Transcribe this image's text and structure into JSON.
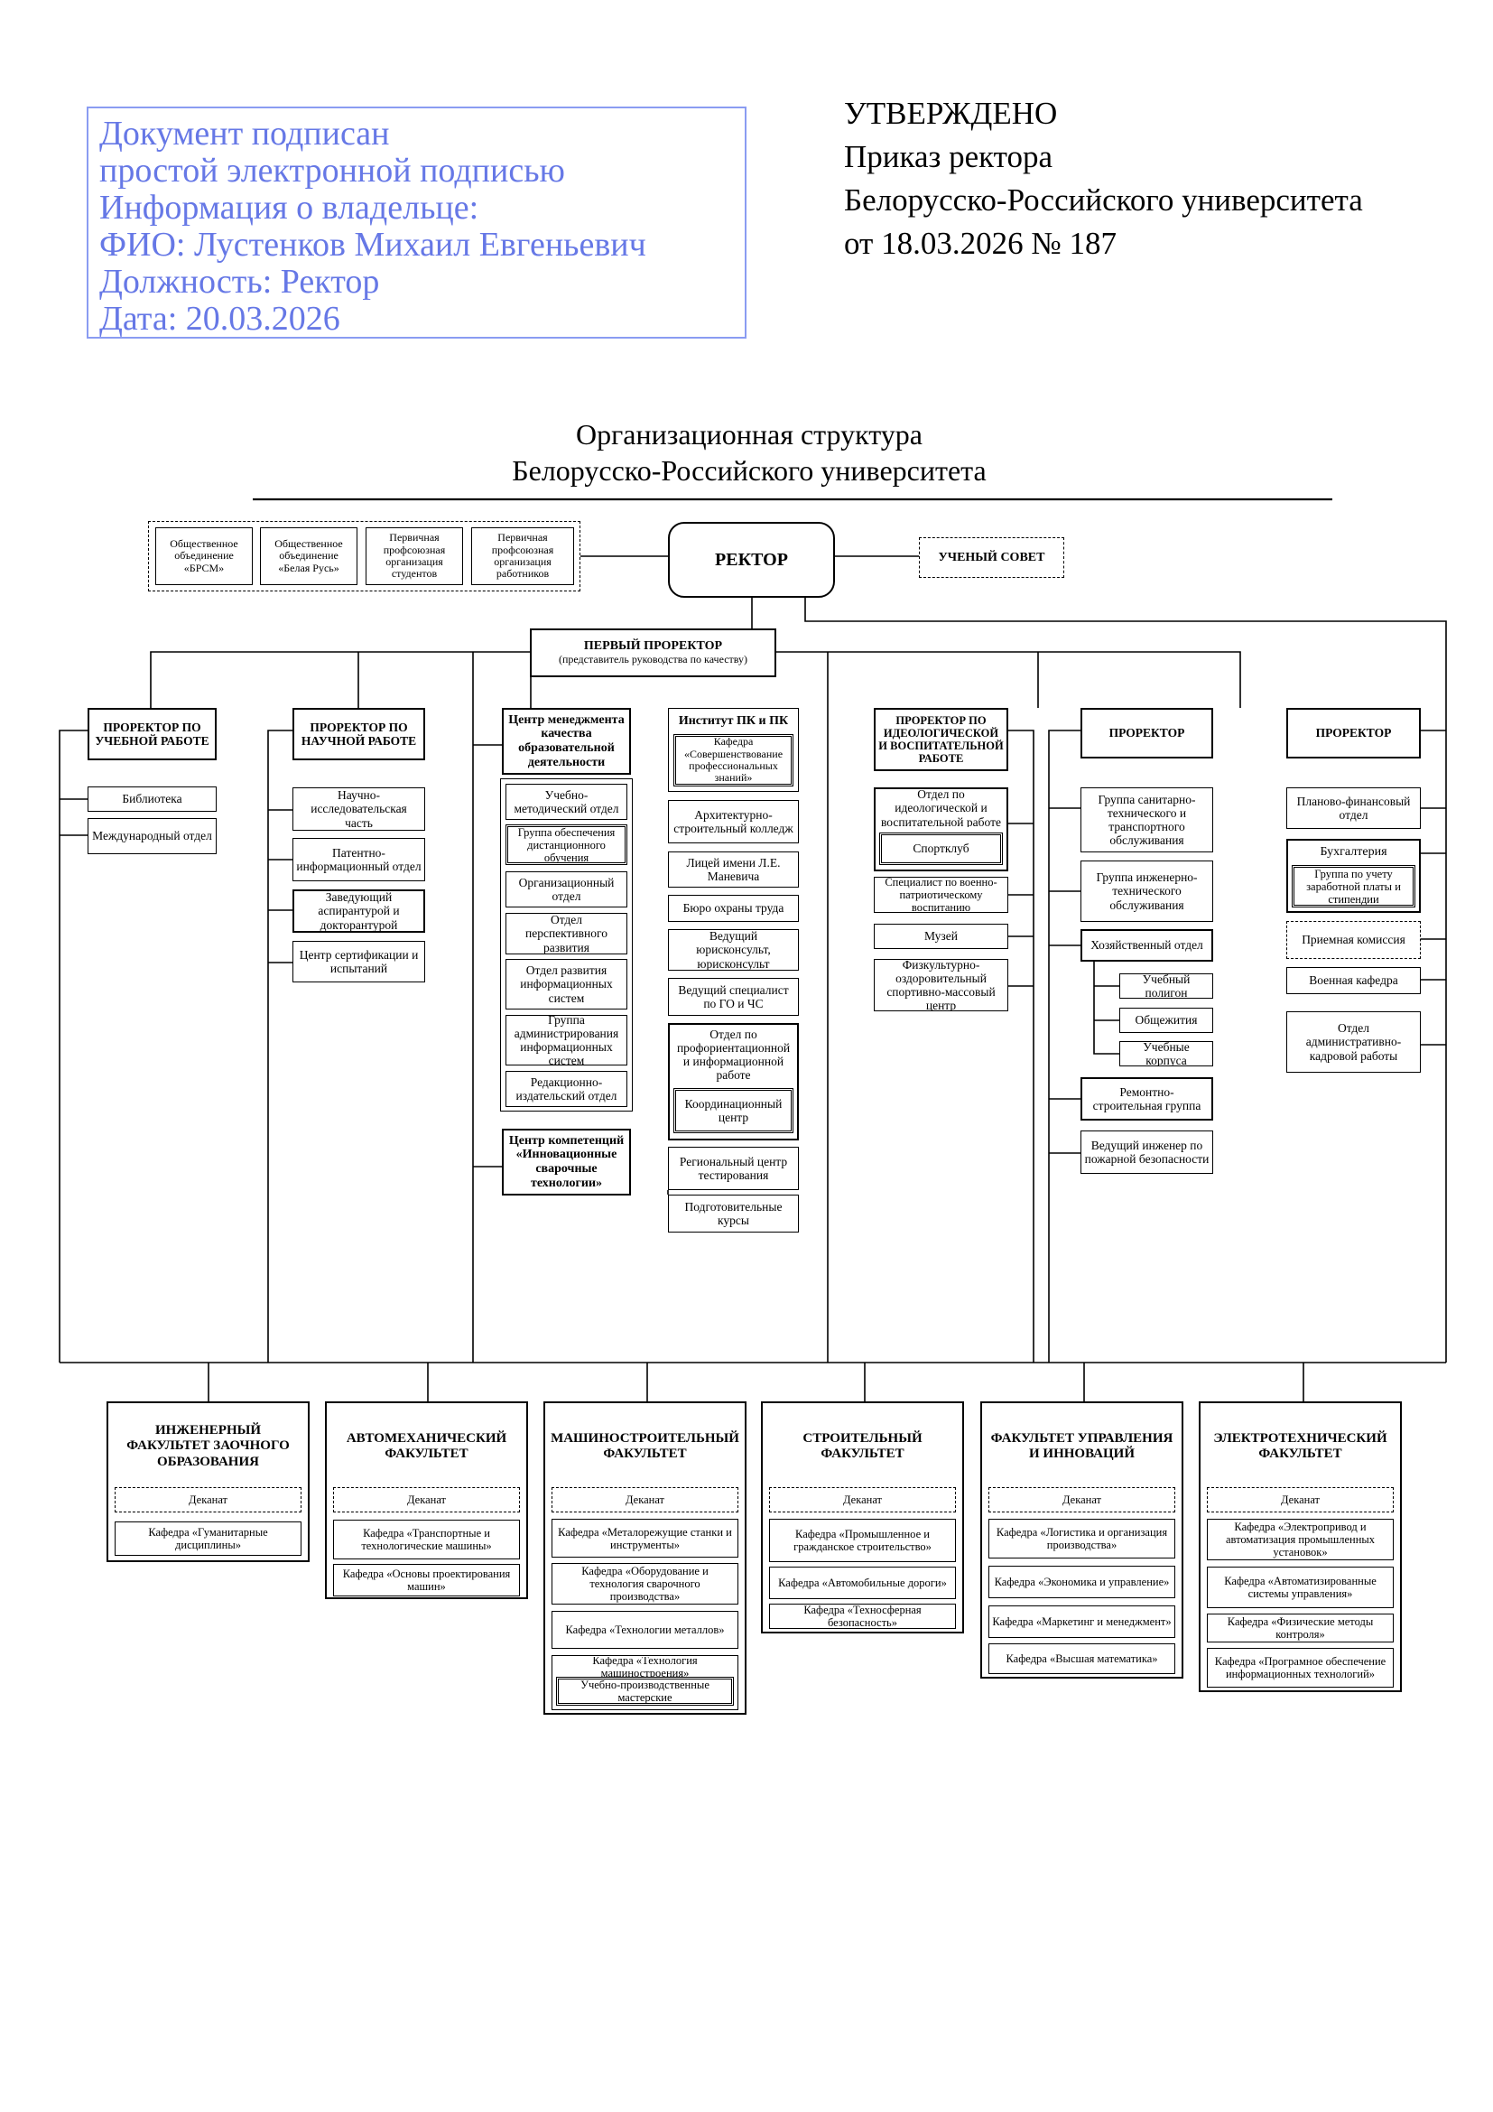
{
  "stamp": {
    "lines": [
      "Документ подписан",
      "простой электронной подписью",
      "Информация о владельце:",
      "ФИО: Лустенков Михаил Евгеньевич",
      "Должность: Ректор",
      "Дата: 20.03.2026"
    ]
  },
  "approval": {
    "lines": [
      "УТВЕРЖДЕНО",
      "Приказ ректора",
      "Белорусско-Российского университета",
      "от 18.03.2026 № 187"
    ]
  },
  "chart_title": {
    "line1": "Организационная структура",
    "line2": "Белорусско-Российского университета"
  },
  "public_orgs": [
    "Общественное объединение «БРСМ»",
    "Общественное объединение «Белая Русь»",
    "Первичная профсоюзная организация студентов",
    "Первичная профсоюзная организация работников"
  ],
  "rector": "РЕКТОР",
  "academic_council": "УЧЕНЫЙ СОВЕТ",
  "first_prorector": {
    "title": "ПЕРВЫЙ ПРОРЕКТОР",
    "note": "(представитель руководства по качеству)"
  },
  "prorectors": [
    "ПРОРЕКТОР ПО УЧЕБНОЙ РАБОТЕ",
    "ПРОРЕКТОР ПО НАУЧНОЙ РАБОТЕ",
    "ПРОРЕКТОР ПО ИДЕОЛОГИЧЕСКОЙ И ВОСПИТАТЕЛЬНОЙ РАБОТЕ",
    "ПРОРЕКТОР",
    "ПРОРЕКТОР"
  ],
  "education": [
    "Библиотека",
    "Международный отдел"
  ],
  "science": [
    "Научно-исследовательская часть",
    "Патентно-информационный отдел",
    "Заведующий аспирантурой и докторантурой",
    "Центр сертификации и испытаний"
  ],
  "quality_center": {
    "title": "Центр менеджмента качества образовательной деятельности",
    "units": [
      "Учебно-методический отдел",
      "Группа обеспечения дистанционного обучения",
      "Организационный отдел",
      "Отдел перспективного развития",
      "Отдел развития информационных систем",
      "Группа администрирования информационных систем",
      "Редакционно-издательский отдел"
    ],
    "competence_center": "Центр компетенций «Инновационные сварочные технологии»"
  },
  "institute": {
    "title": "Институт ПК и ПК",
    "chair": "Кафедра «Совершенствование профессиональных знаний»",
    "units": [
      "Архитектурно-строительный колледж",
      "Лицей имени Л.Е. Маневича",
      "Бюро охраны труда",
      "Ведущий юрисконсульт, юрисконсульт",
      "Ведущий специалист по ГО и ЧС"
    ],
    "career_dept": "Отдел по профориентационной и информационной работе",
    "coordination": "Координационный центр",
    "testing": "Региональный центр тестирования",
    "courses": "Подготовительные курсы"
  },
  "ideology": {
    "dept": "Отдел по идеологической и воспитательной работе",
    "sport_club": "Спортклуб",
    "units": [
      "Специалист по военно-патриотическому воспитанию",
      "Музей",
      "Физкультурно-оздоровительный спортивно-массовый центр"
    ]
  },
  "prorector4": {
    "groups": [
      "Группа санитарно-технического и транспортного обслуживания",
      "Группа инженерно-технического обслуживания"
    ],
    "economy": "Хозяйственный отдел",
    "economy_units": [
      "Учебный полигон",
      "Общежития",
      "Учебные корпуса"
    ],
    "others": [
      "Ремонтно-строительная группа",
      "Ведущий инженер по пожарной безопасности"
    ]
  },
  "prorector5": {
    "finance": "Планово-финансовый отдел",
    "accounting": "Бухгалтерия",
    "payroll": "Группа по учету заработной платы и стипендии",
    "admission": "Приемная комиссия",
    "military": "Военная кафедра",
    "hr": "Отдел административно-кадровой работы"
  },
  "faculties": [
    {
      "title": "ИНЖЕНЕРНЫЙ ФАКУЛЬТЕТ ЗАОЧНОГО ОБРАЗОВАНИЯ",
      "dean": "Деканат",
      "chairs": [
        "Кафедра «Гуманитарные дисциплины»"
      ]
    },
    {
      "title": "АВТОМЕХАНИЧЕСКИЙ ФАКУЛЬТЕТ",
      "dean": "Деканат",
      "chairs": [
        "Кафедра «Транспортные и технологические машины»",
        "Кафедра «Основы проектирования машин»"
      ]
    },
    {
      "title": "МАШИНОСТРОИТЕЛЬНЫЙ ФАКУЛЬТЕТ",
      "dean": "Деканат",
      "chairs": [
        "Кафедра «Металорежущие станки и инструменты»",
        "Кафедра «Оборудование и технология сварочного производства»",
        "Кафедра «Технологии металлов»",
        "Кафедра «Технология машиностроения»"
      ],
      "workshops": "Учебно-производственные мастерские"
    },
    {
      "title": "СТРОИТЕЛЬНЫЙ ФАКУЛЬТЕТ",
      "dean": "Деканат",
      "chairs": [
        "Кафедра «Промышленное и гражданское строительство»",
        "Кафедра «Автомобильные дороги»",
        "Кафедра «Техносферная безопасность»"
      ]
    },
    {
      "title": "ФАКУЛЬТЕТ УПРАВЛЕНИЯ И ИННОВАЦИЙ",
      "dean": "Деканат",
      "chairs": [
        "Кафедра «Логистика и организация производства»",
        "Кафедра «Экономика и управление»",
        "Кафедра «Маркетинг и менеджмент»",
        "Кафедра «Высшая математика»"
      ]
    },
    {
      "title": "ЭЛЕКТРОТЕХНИЧЕСКИЙ ФАКУЛЬТЕТ",
      "dean": "Деканат",
      "chairs": [
        "Кафедра «Электропривод и автоматизация промышленных установок»",
        "Кафедра «Автоматизированные системы управления»",
        "Кафедра «Физические методы контроля»",
        "Кафедра «Програмное обеспечение информационных технологий»"
      ]
    }
  ]
}
